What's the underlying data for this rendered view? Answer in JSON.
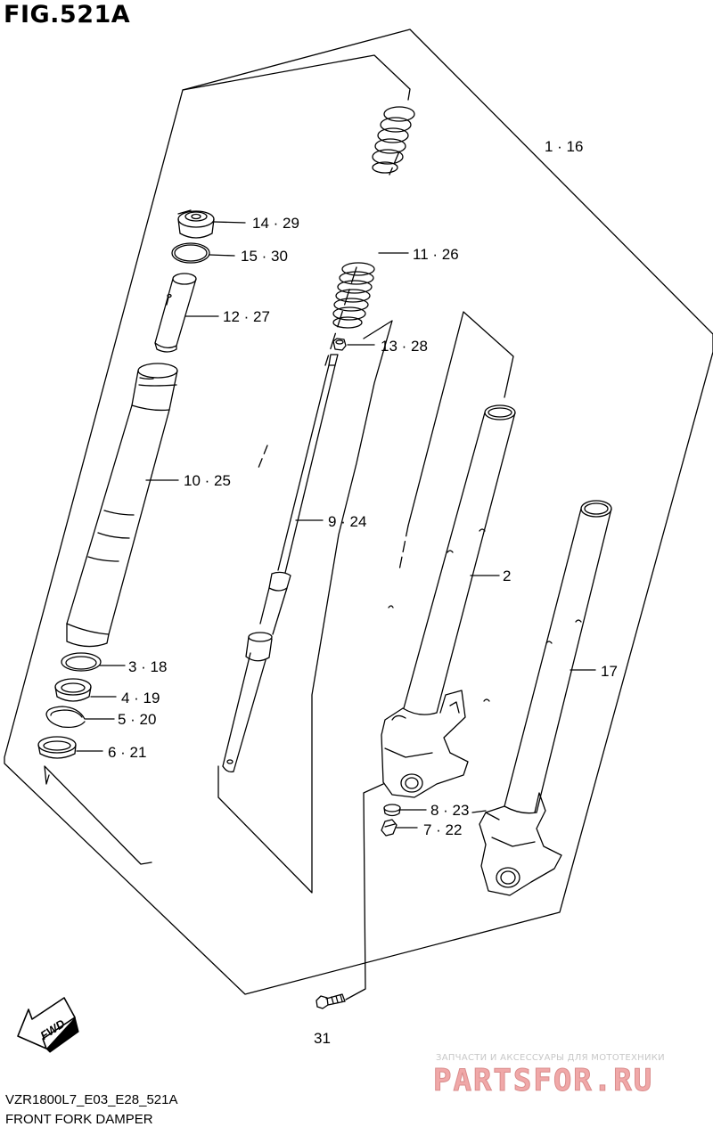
{
  "figure": {
    "title": "FIG.521A",
    "model_code": "VZR1800L7_E03_E28_521A",
    "description": "FRONT FORK DAMPER"
  },
  "parts": [
    {
      "id": "label-1-16",
      "text": "1 · 16"
    },
    {
      "id": "label-14-29",
      "text": "14 · 29"
    },
    {
      "id": "label-15-30",
      "text": "15 · 30"
    },
    {
      "id": "label-12-27",
      "text": "12 · 27"
    },
    {
      "id": "label-11-26",
      "text": "11 · 26"
    },
    {
      "id": "label-13-28",
      "text": "13 · 28"
    },
    {
      "id": "label-10-25",
      "text": "10 · 25"
    },
    {
      "id": "label-9-24",
      "text": "9 · 24"
    },
    {
      "id": "label-2",
      "text": "2"
    },
    {
      "id": "label-17",
      "text": "17"
    },
    {
      "id": "label-3-18",
      "text": "3 · 18"
    },
    {
      "id": "label-4-19",
      "text": "4 · 19"
    },
    {
      "id": "label-5-20",
      "text": "5 · 20"
    },
    {
      "id": "label-6-21",
      "text": "6 · 21"
    },
    {
      "id": "label-8-23",
      "text": "8 · 23"
    },
    {
      "id": "label-7-22",
      "text": "7 · 22"
    },
    {
      "id": "label-31",
      "text": "31"
    }
  ],
  "fwd_arrow": {
    "text": "FWD",
    "icon": "fwd-arrow-icon"
  },
  "watermark": {
    "tagline": "ЗАПЧАСТИ И АКСЕССУАРЫ ДЛЯ МОТОТЕХНИКИ",
    "brand": "PARTSFOR.RU"
  },
  "colors": {
    "line": "#000000",
    "watermark_brand": "#f0a8a8",
    "watermark_tagline": "#c7c7c7"
  }
}
